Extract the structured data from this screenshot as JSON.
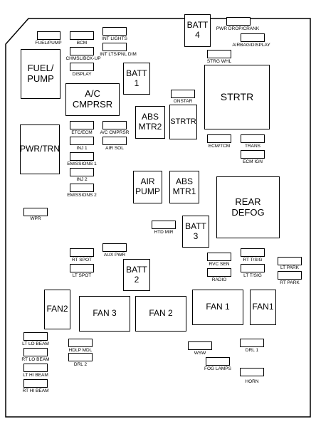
{
  "components": {
    "fuel_pump_relay": "FUEL/\nPUMP",
    "ac_cmprsr_relay": "A/C\nCMPRSR",
    "pwr_trn_relay": "PWR/TRN",
    "batt1": "BATT\n1",
    "batt2": "BATT\n2",
    "batt3": "BATT\n3",
    "batt4": "BATT\n4",
    "strtr_large": "STRTR",
    "strtr_small": "STRTR",
    "abs_mtr2": "ABS\nMTR2",
    "abs_mtr1": "ABS\nMTR1",
    "air_pump": "AIR\nPUMP",
    "rear_defog": "REAR\nDEFOG",
    "fan2_left": "FAN2",
    "fan3": "FAN 3",
    "fan2_mid": "FAN 2",
    "fan1_mid": "FAN 1",
    "fan1_right": "FAN1"
  },
  "fuses": {
    "fuel_pump": "FUEL/PUMP",
    "bcm": "BCM",
    "int_lights": "INT LIGHTS",
    "chmsl_bck_up": "CHMSL/BCK-UP",
    "int_lts_pnl_dim": "INT LTS/PNL DIM",
    "display": "DISPLAY",
    "pwr_drop_crank": "PWR DROP/CRANK",
    "airbag_display": "AIRBAG/DISPLAY",
    "strg_whl": "STRG WHL",
    "onstar": "ONSTAR",
    "etc_ecm": "ETC/ECM",
    "ac_cmprsr": "A/C CMPRSR",
    "inj1": "INJ 1",
    "air_sol": "AIR SOL",
    "emissions1": "EMISSIONS 1",
    "inj2": "INJ 2",
    "emissions2": "EMISSIONS 2",
    "ecm_tcm": "ECM/TCM",
    "trans": "TRANS",
    "ecm_ign": "ECM IGN",
    "wpr": "WPR",
    "htd_mir": "HTD MIR",
    "rt_spot": "RT SPOT",
    "aux_pwr": "AUX PWR",
    "lt_spot": "LT SPOT",
    "rvc_sen": "RVC SEN",
    "rt_tsig": "RT T/SIG",
    "radio": "RADIO",
    "lt_tsig": "LT T/SIG",
    "lt_park": "LT PARK",
    "rt_park": "RT PARK",
    "lt_lo_beam": "LT LO BEAM",
    "rt_lo_beam": "RT LO BEAM",
    "lt_hi_beam": "LT HI BEAM",
    "rt_hi_beam": "RT HI BEAM",
    "hdlp_mdl": "HDLP MDL",
    "drl2": "DRL 2",
    "wsw": "WSW",
    "drl1": "DRL 1",
    "fog_lamps": "FOG LAMPS",
    "horn": "HORN"
  }
}
